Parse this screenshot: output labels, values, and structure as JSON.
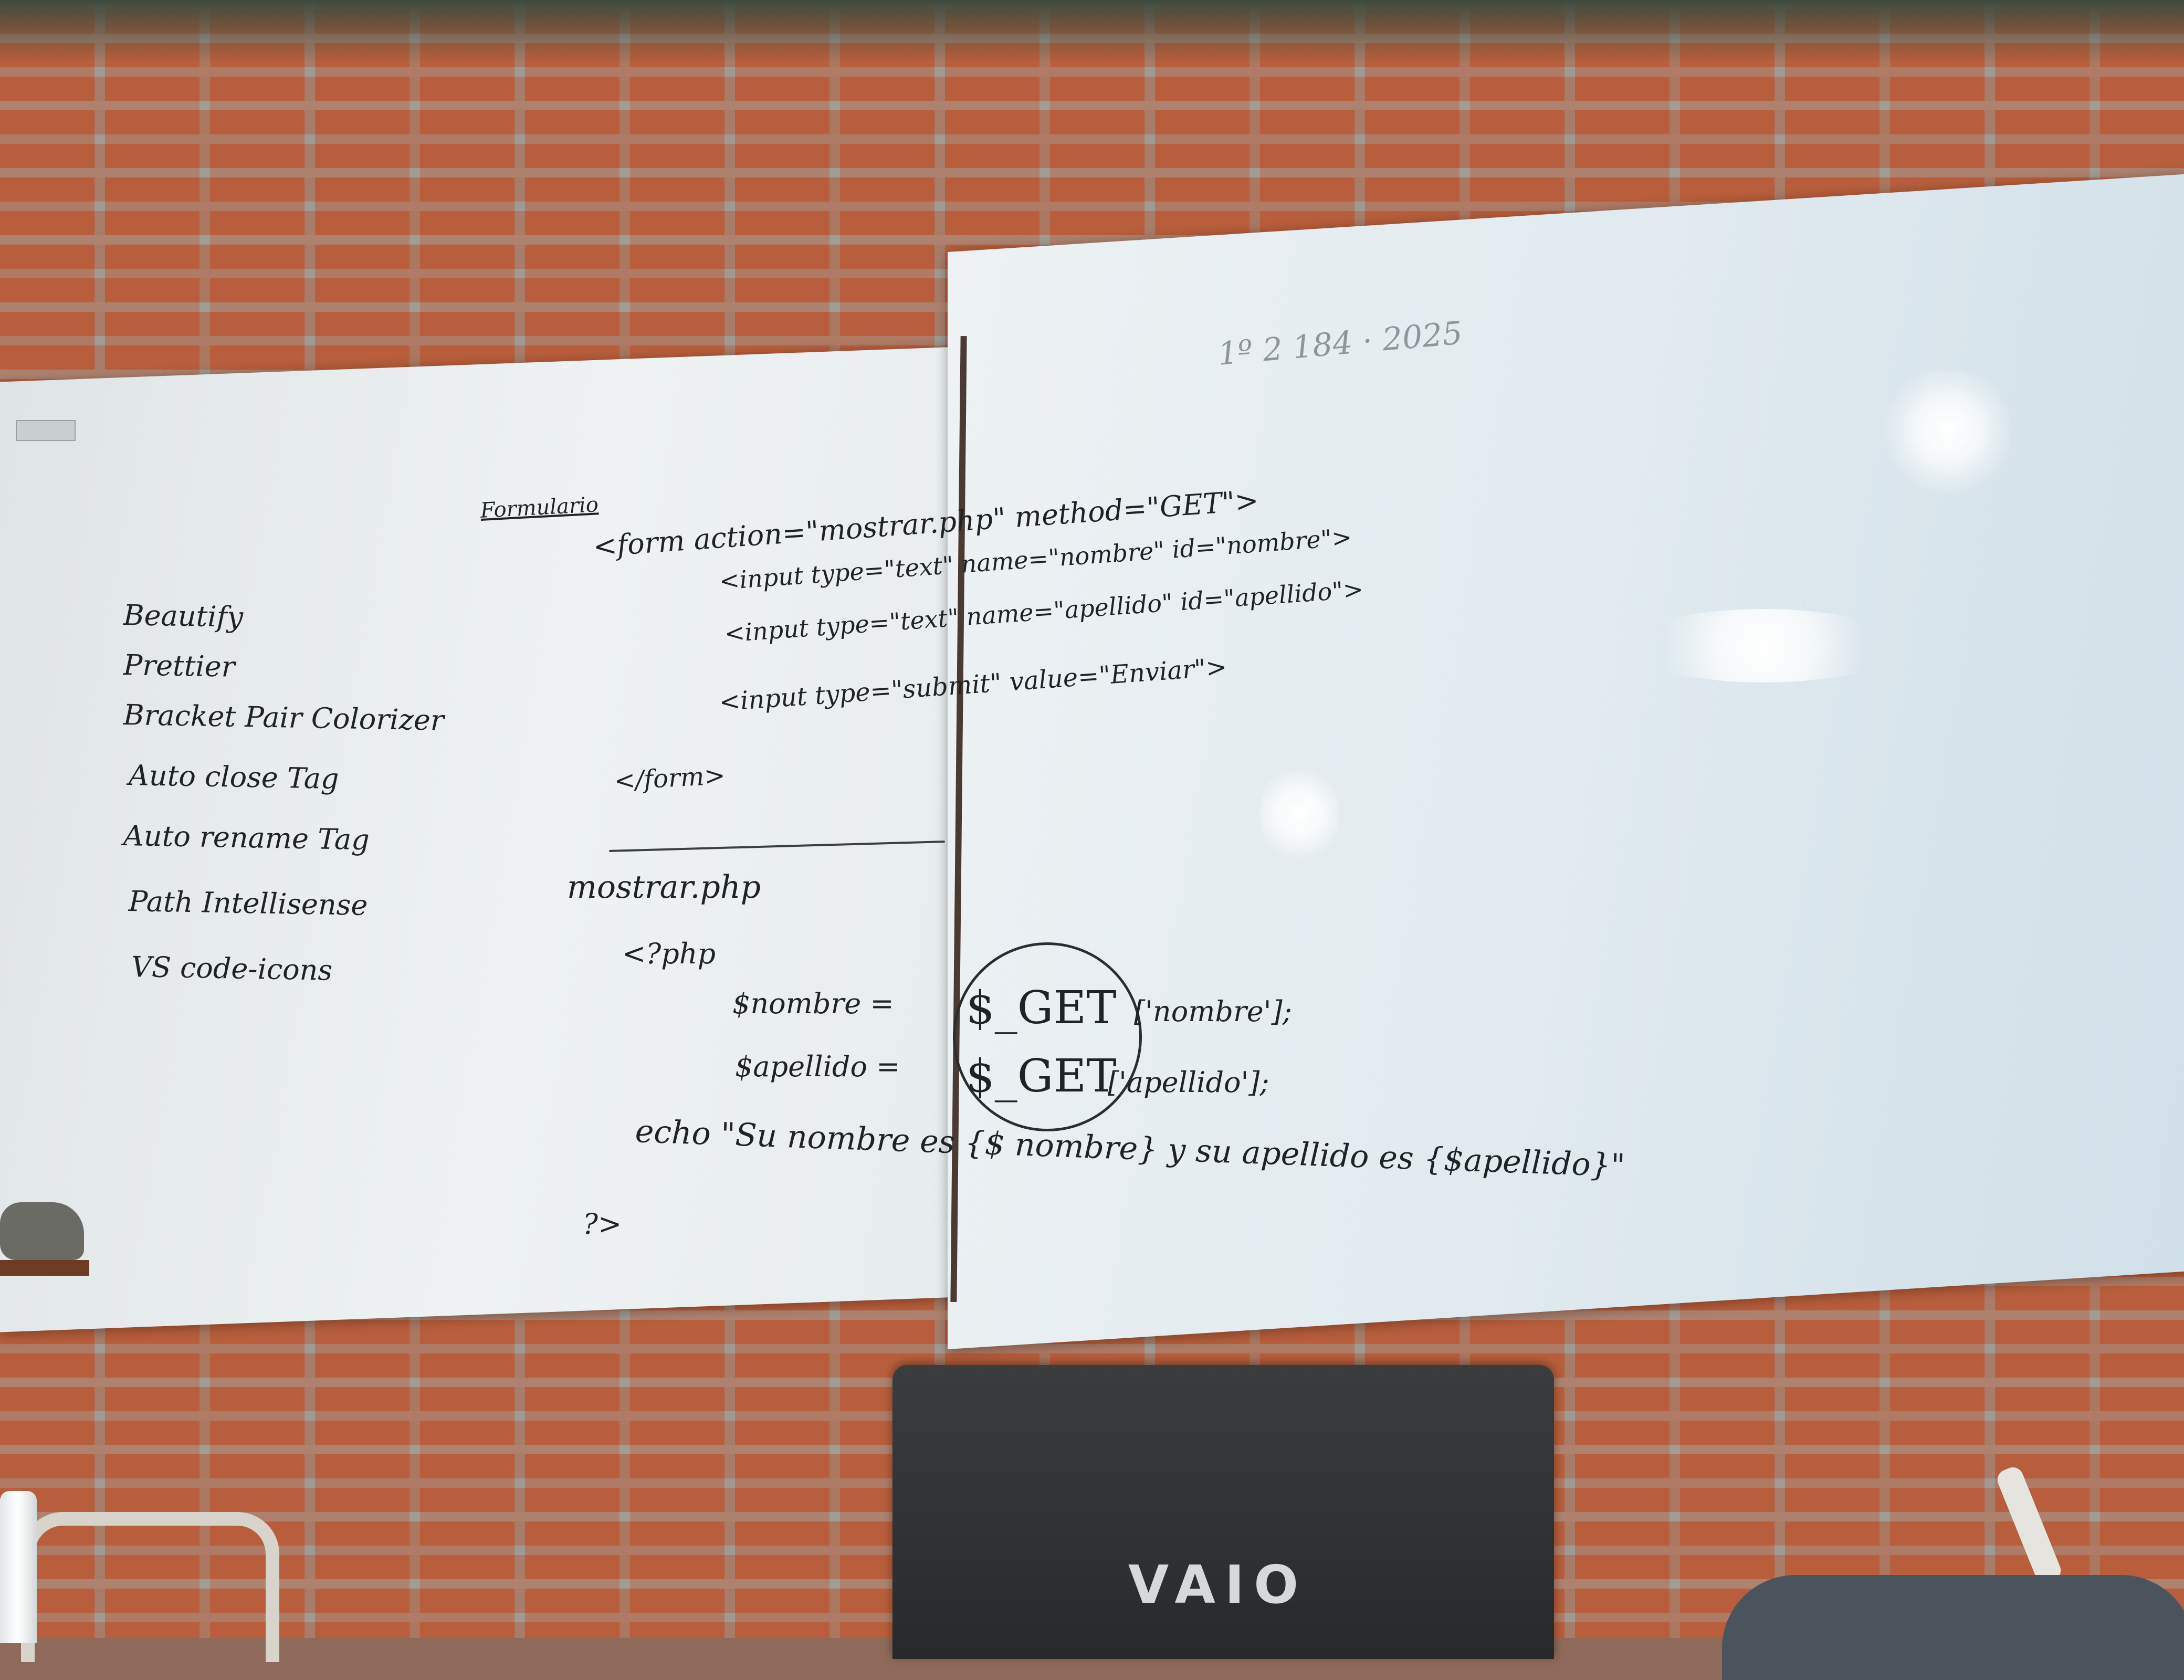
{
  "extensions_list": [
    "Beautify",
    "Prettier",
    "Bracket Pair Colorizer",
    "Auto close Tag",
    "Auto rename Tag",
    "Path Intellisense",
    "VS code-icons"
  ],
  "form_section": {
    "heading": "Formulario",
    "lines": [
      "<form action=\"mostrar.php\" method=\"GET\">",
      "<input type=\"text\" name=\"nombre\" id=\"nombre\">",
      "<input type=\"text\" name=\"apellido\" id=\"apellido\">",
      "<input type=\"submit\" value=\"Enviar\">",
      "</form>"
    ]
  },
  "php_section": {
    "filename": "mostrar.php",
    "open_tag": "<?php",
    "var_nombre": "$nombre =",
    "var_apellido": "$apellido =",
    "get_nombre": "$_GET",
    "key_nombre": "['nombre'];",
    "get_apellido": "$_GET",
    "key_apellido": "['apellido'];",
    "echo_line": "echo \"Su nombre es {$ nombre} y su apellido es {$apellido}\"",
    "close_tag": "?>"
  },
  "faint_date": "1º 2 184 · 2025",
  "laptop_brand": "VAIO"
}
